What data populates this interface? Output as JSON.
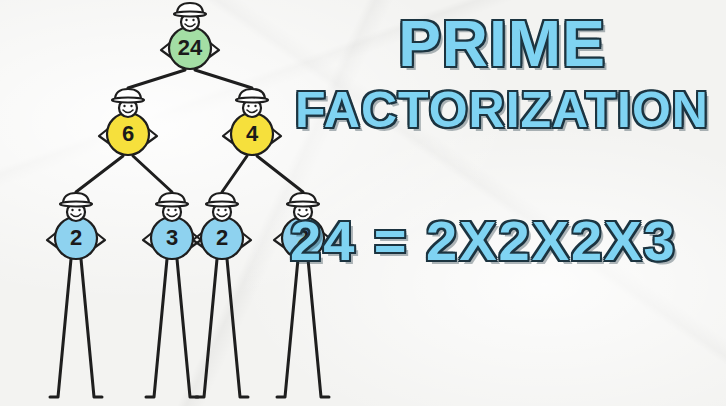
{
  "diagram": {
    "title": "PRIME FACTORIZATION",
    "nodes": [
      {
        "text": [
          "24"
        ]
      },
      {
        "text": [
          "6"
        ]
      },
      {
        "text": [
          "4"
        ]
      },
      {
        "text": [
          "2"
        ]
      },
      {
        "text": [
          "3"
        ]
      },
      {
        "text": [
          "2"
        ]
      },
      {
        "text": [
          "2"
        ]
      }
    ],
    "edges": [
      {
        "from": 0,
        "to": 1,
        "arrow": "none"
      },
      {
        "from": 0,
        "to": 2,
        "arrow": "none"
      },
      {
        "from": 1,
        "to": 3,
        "arrow": "none"
      },
      {
        "from": 1,
        "to": 4,
        "arrow": "none"
      },
      {
        "from": 2,
        "to": 5,
        "arrow": "none"
      },
      {
        "from": 2,
        "to": 6,
        "arrow": "none"
      }
    ],
    "labels": [
      "24 = 2X2X2X3"
    ]
  }
}
